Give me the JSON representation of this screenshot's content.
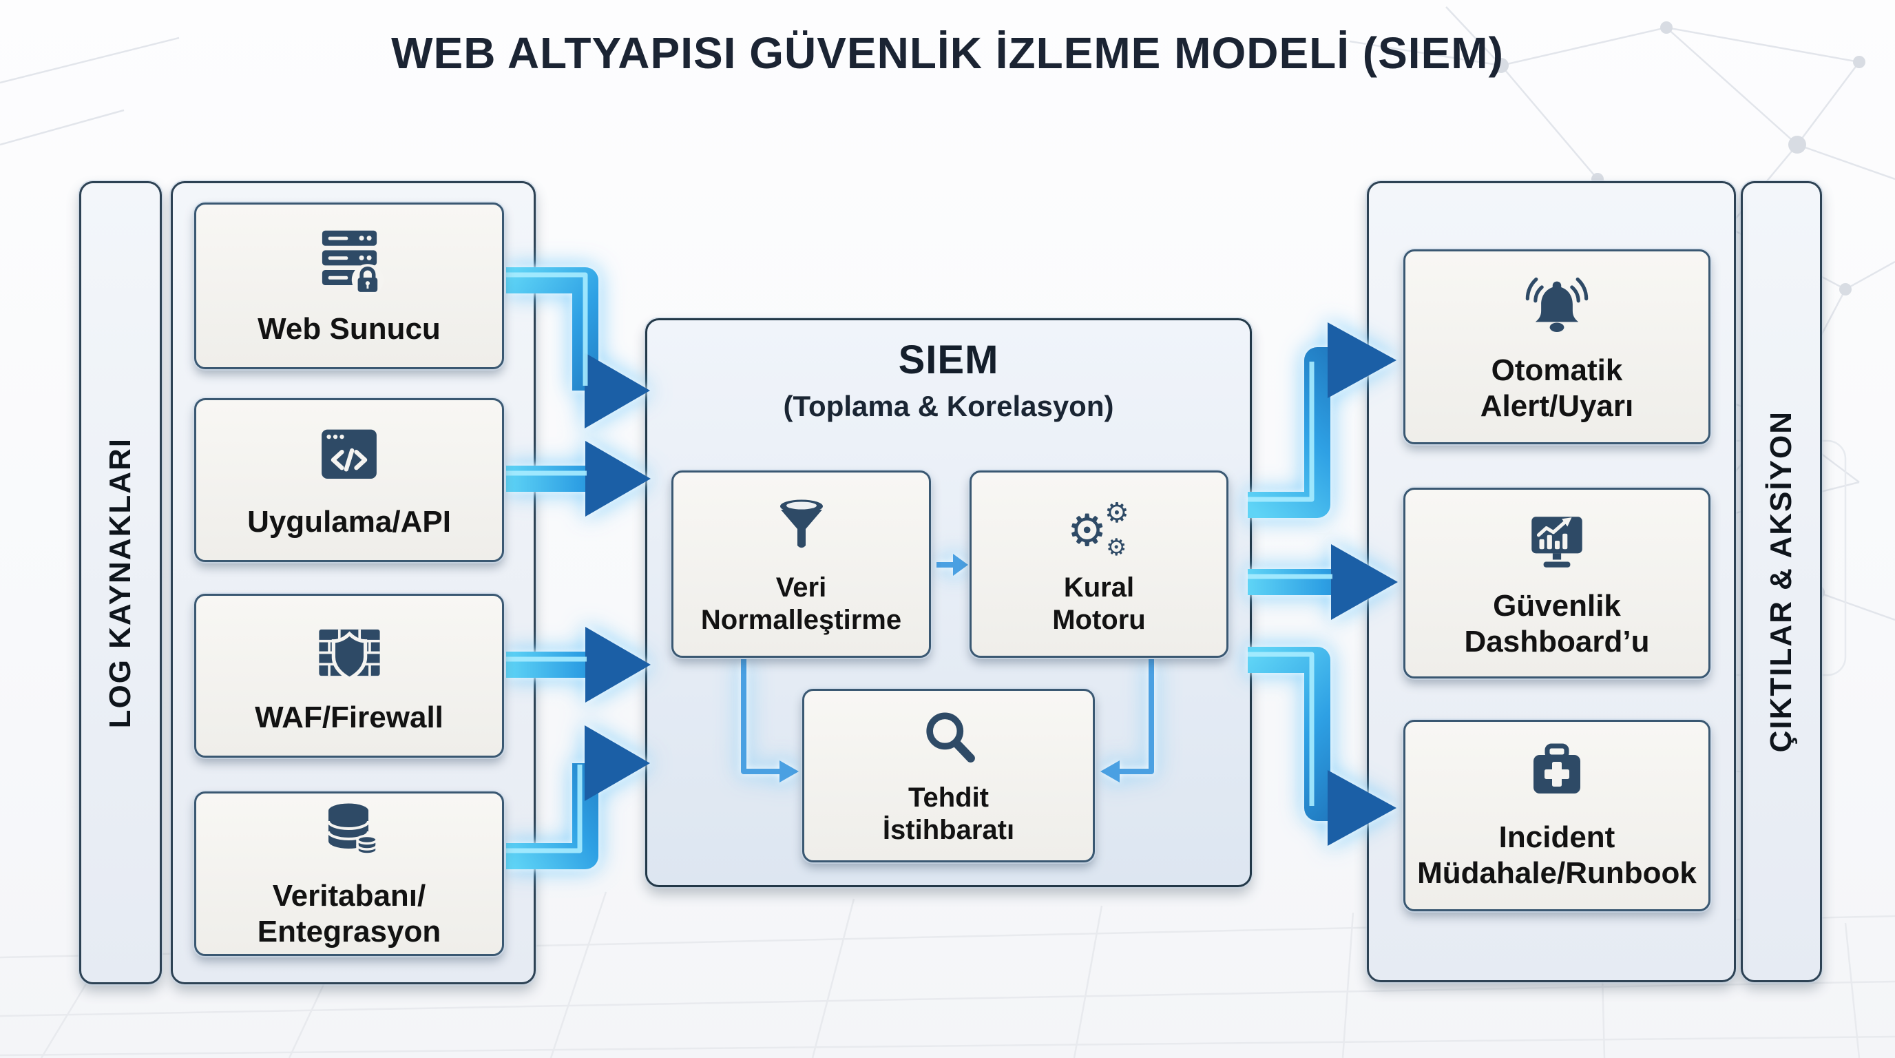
{
  "title": "WEB ALTYAPISI GÜVENLİK İZLEME MODELİ (SIEM)",
  "left_rail": {
    "label": "LOG KAYNAKLARI"
  },
  "right_rail": {
    "label": "ÇIKTILAR & AKSİYON"
  },
  "sources": [
    {
      "label": "Web Sunucu",
      "icon": "server-lock-icon"
    },
    {
      "label": "Uygulama/API",
      "icon": "code-window-icon"
    },
    {
      "label": "WAF/Firewall",
      "icon": "firewall-shield-icon"
    },
    {
      "label": "Veritabanı/\nEntegrasyon",
      "icon": "database-icon"
    }
  ],
  "siem": {
    "title": "SIEM",
    "subtitle": "(Toplama & Korelasyon)",
    "modules": [
      {
        "label": "Veri\nNormalleştirme",
        "icon": "funnel-icon"
      },
      {
        "label": "Kural\nMotoru",
        "icon": "gears-icon"
      },
      {
        "label": "Tehdit\nİstihbaratı",
        "icon": "magnifier-icon"
      }
    ]
  },
  "outputs": [
    {
      "label": "Otomatik\nAlert/Uyarı",
      "icon": "alert-bell-icon"
    },
    {
      "label": "Güvenlik\nDashboard’u",
      "icon": "dashboard-chart-icon"
    },
    {
      "label": "Incident\nMüdahale/Runbook",
      "icon": "first-aid-icon"
    }
  ],
  "colors": {
    "title_text": "#1b2433",
    "panel_border": "#2d4254",
    "card_border": "#3a5872",
    "icon": "#2e4a66",
    "arrow_tail": "#5fd4f6",
    "arrow_mid": "#2ea0e4",
    "arrow_head": "#1a67ae",
    "inner_arrow": "#4aa0e2"
  }
}
